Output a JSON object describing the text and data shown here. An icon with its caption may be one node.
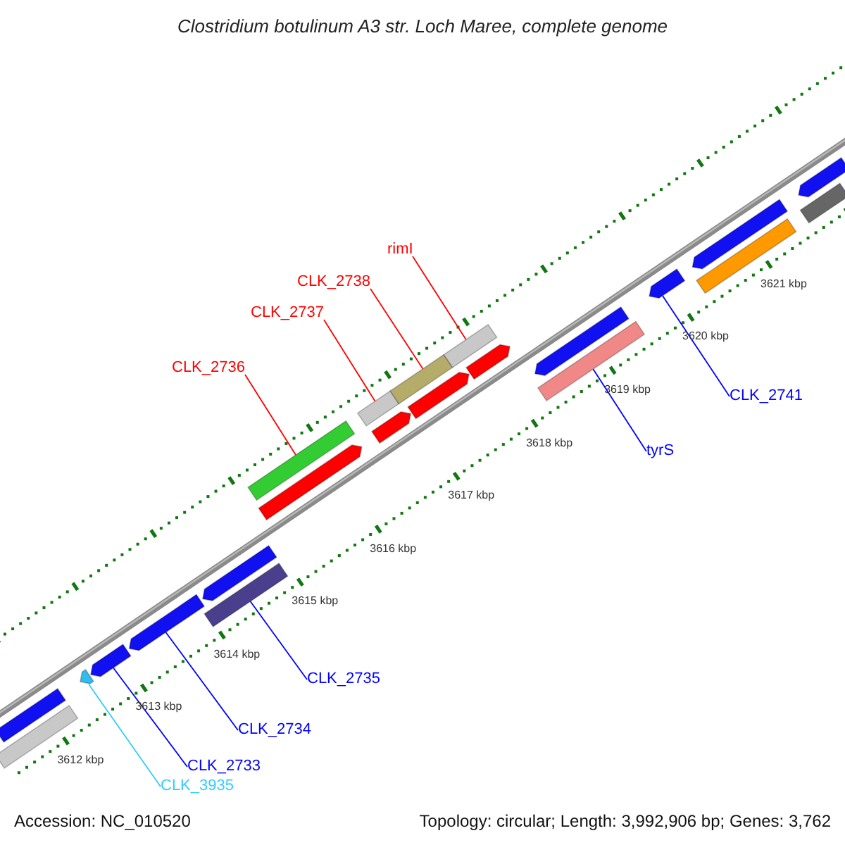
{
  "diagram": {
    "title": "Clostridium botulinum A3 str. Loch Maree, complete genome",
    "nodes": [
      {
        "text": [
          "rimI"
        ]
      },
      {
        "text": [
          "CLK_2738"
        ]
      },
      {
        "text": [
          "CLK_2737"
        ]
      },
      {
        "text": [
          "CLK_2736"
        ]
      },
      {
        "text": [
          "CLK_2741"
        ]
      },
      {
        "text": [
          "tyrS"
        ]
      },
      {
        "text": [
          "CLK_2735"
        ]
      },
      {
        "text": [
          "CLK_2734"
        ]
      },
      {
        "text": [
          "CLK_2733"
        ]
      },
      {
        "text": [
          "CLK_3935"
        ]
      },
      {
        "text": [],
        "shape": "bar"
      },
      {
        "text": [],
        "shape": "bar"
      },
      {
        "text": [],
        "shape": "bar"
      },
      {
        "text": [],
        "shape": "bar"
      },
      {
        "text": [],
        "shape": "bar"
      },
      {
        "text": [],
        "shape": "bar"
      },
      {
        "text": [],
        "shape": "bar"
      },
      {
        "text": [],
        "shape": "bar"
      },
      {
        "text": [],
        "shape": "bar"
      },
      {
        "text": [],
        "shape": "bar"
      },
      {
        "text": [],
        "shape": "bar"
      },
      {
        "text": [],
        "shape": "bar"
      },
      {
        "text": [],
        "shape": "bar"
      },
      {
        "text": [],
        "shape": "bar"
      },
      {
        "text": [],
        "shape": "bar"
      },
      {
        "text": [],
        "shape": "bar"
      },
      {
        "text": [],
        "shape": "bar"
      },
      {
        "text": [],
        "shape": "bar"
      },
      {
        "text": [],
        "shape": "bar"
      },
      {
        "text": [],
        "shape": "bar"
      },
      {
        "text": [],
        "shape": "bar"
      },
      {
        "text": [],
        "shape": "bar"
      }
    ],
    "edges": [
      {
        "from": 0,
        "to": 23,
        "arrow": "none",
        "color": "#ff0000"
      },
      {
        "from": 1,
        "to": 21,
        "arrow": "none",
        "color": "#ff0000"
      },
      {
        "from": 2,
        "to": 19,
        "arrow": "none",
        "color": "#ff0000"
      },
      {
        "from": 3,
        "to": 18,
        "arrow": "none",
        "color": "#ff0000"
      },
      {
        "from": 4,
        "to": 27,
        "arrow": "none"
      },
      {
        "from": 5,
        "to": 25,
        "arrow": "none"
      },
      {
        "from": 6,
        "to": 15,
        "arrow": "none"
      },
      {
        "from": 7,
        "to": 14,
        "arrow": "none"
      },
      {
        "from": 8,
        "to": 13,
        "arrow": "none"
      },
      {
        "from": 9,
        "to": 12,
        "arrow": "none",
        "color": "#33ccff"
      }
    ],
    "labels": [
      "3612 kbp",
      "3613 kbp",
      "3614 kbp",
      "3615 kbp",
      "3616 kbp",
      "3617 kbp",
      "3618 kbp",
      "3619 kbp",
      "3620 kbp",
      "3621 kbp",
      "Accession: NC_010520",
      "Topology: circular; Length: 3,992,906 bp; Genes: 3,762"
    ]
  }
}
